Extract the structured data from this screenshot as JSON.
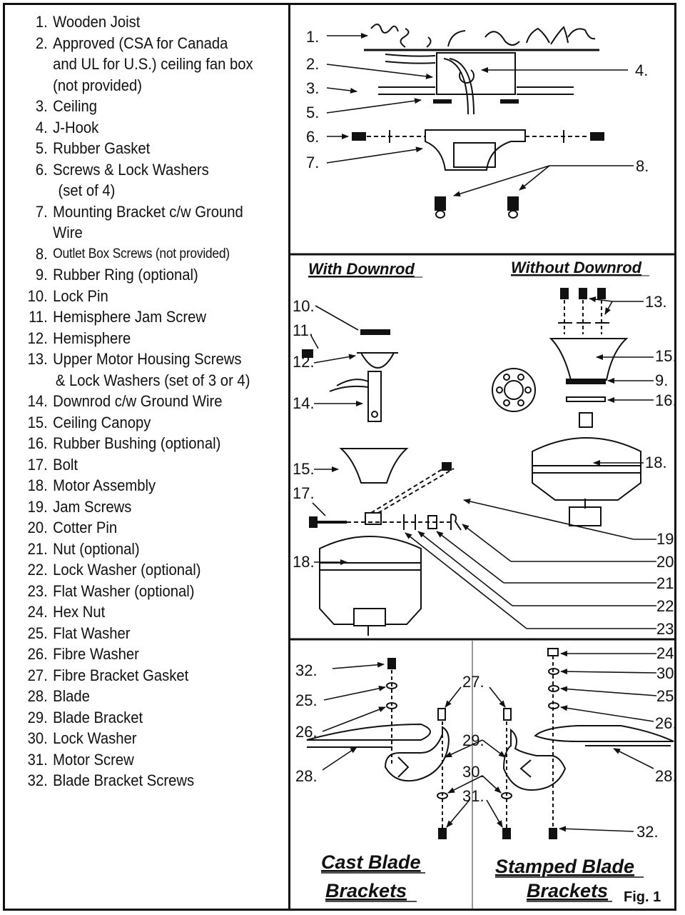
{
  "parts_list": [
    {
      "num": "1.",
      "lines": [
        "Wooden Joist"
      ]
    },
    {
      "num": "2.",
      "lines": [
        "Approved (CSA for Canada",
        "and UL for U.S.) ceiling fan box",
        "(not provided)"
      ]
    },
    {
      "num": "3.",
      "lines": [
        "Ceiling"
      ]
    },
    {
      "num": "4.",
      "lines": [
        "J-Hook"
      ]
    },
    {
      "num": "5.",
      "lines": [
        "Rubber Gasket"
      ]
    },
    {
      "num": "6.",
      "lines": [
        "Screws & Lock Washers",
        "(set of 4)"
      ]
    },
    {
      "num": "7.",
      "lines": [
        "Mounting Bracket c/w Ground",
        "Wire"
      ]
    },
    {
      "num": "8.",
      "lines": [
        "Outlet Box Screws (not provided)"
      ]
    },
    {
      "num": "9.",
      "lines": [
        "Rubber Ring (optional)"
      ]
    },
    {
      "num": "10.",
      "lines": [
        "Lock Pin"
      ]
    },
    {
      "num": "11.",
      "lines": [
        "Hemisphere Jam Screw"
      ]
    },
    {
      "num": "12.",
      "lines": [
        "Hemisphere"
      ]
    },
    {
      "num": "13.",
      "lines": [
        "Upper Motor Housing Screws",
        "& Lock Washers (set of 3 or 4)"
      ]
    },
    {
      "num": "14.",
      "lines": [
        "Downrod c/w Ground Wire"
      ]
    },
    {
      "num": "15.",
      "lines": [
        "Ceiling Canopy"
      ]
    },
    {
      "num": "16.",
      "lines": [
        "Rubber Bushing (optional)"
      ]
    },
    {
      "num": "17.",
      "lines": [
        "Bolt"
      ]
    },
    {
      "num": "18.",
      "lines": [
        "Motor Assembly"
      ]
    },
    {
      "num": "19.",
      "lines": [
        "Jam Screws"
      ]
    },
    {
      "num": "20.",
      "lines": [
        "Cotter Pin"
      ]
    },
    {
      "num": "21.",
      "lines": [
        "Nut (optional)"
      ]
    },
    {
      "num": "22.",
      "lines": [
        "Lock Washer (optional)"
      ]
    },
    {
      "num": "23.",
      "lines": [
        "Flat Washer (optional)"
      ]
    },
    {
      "num": "24.",
      "lines": [
        "Hex Nut"
      ]
    },
    {
      "num": "25.",
      "lines": [
        "Flat Washer"
      ]
    },
    {
      "num": "26.",
      "lines": [
        "Fibre Washer"
      ]
    },
    {
      "num": "27.",
      "lines": [
        "Fibre Bracket Gasket"
      ]
    },
    {
      "num": "28.",
      "lines": [
        "Blade"
      ]
    },
    {
      "num": "29.",
      "lines": [
        "Blade Bracket"
      ]
    },
    {
      "num": "30.",
      "lines": [
        "Lock Washer"
      ]
    },
    {
      "num": "31.",
      "lines": [
        "Motor Screw"
      ]
    },
    {
      "num": "32.",
      "lines": [
        "Blade Bracket Screws"
      ]
    }
  ],
  "diagram": {
    "heading_with_downrod": "With Downrod",
    "heading_without_downrod": "Without Downrod",
    "caption_cast_line1": "Cast Blade",
    "caption_cast_line2": "Brackets",
    "caption_stamped_line1": "Stamped Blade",
    "caption_stamped_line2": "Brackets",
    "figure_label": "Fig. 1",
    "callouts": {
      "c1": "1.",
      "c2": "2.",
      "c3": "3.",
      "c4": "4.",
      "c5": "5.",
      "c6": "6.",
      "c7": "7.",
      "c8": "8.",
      "c9": "9.",
      "c10": "10.",
      "c11": "11.",
      "c12": "12.",
      "c13": "13.",
      "c14": "14.",
      "c15a": "15.",
      "c15b": "15.",
      "c16": "16.",
      "c17": "17.",
      "c18a": "18.",
      "c18b": "18.",
      "c19": "19.",
      "c20": "20.",
      "c21": "21.",
      "c22": "22.",
      "c23": "23.",
      "c24": "24.",
      "c25a": "25.",
      "c25b": "25.",
      "c26a": "26.",
      "c26b": "26.",
      "c27": "27.",
      "c28a": "28.",
      "c28b": "28.",
      "c29": "29.",
      "c30a": "30.",
      "c30b": "30.",
      "c31": "31.",
      "c32a": "32.",
      "c32b": "32."
    }
  }
}
